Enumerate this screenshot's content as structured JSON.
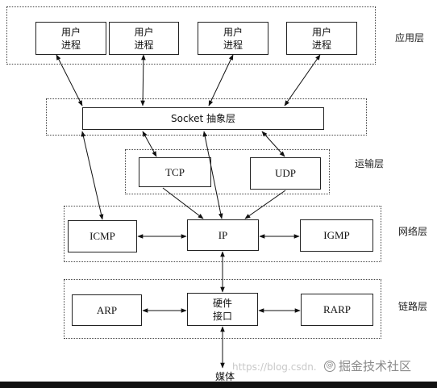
{
  "layers": {
    "application": "应用层",
    "transport": "运输层",
    "network": "网络层",
    "link": "链路层"
  },
  "boxes": {
    "user_process": "用户\n进程",
    "socket": "Socket 抽象层",
    "tcp": "TCP",
    "udp": "UDP",
    "icmp": "ICMP",
    "ip": "IP",
    "igmp": "IGMP",
    "arp": "ARP",
    "hw_interface": "硬件\n接口",
    "rarp": "RARP"
  },
  "medium": "媒体",
  "watermark": {
    "url": "https://blog.csdn.",
    "brand": "掘金技术社区"
  }
}
